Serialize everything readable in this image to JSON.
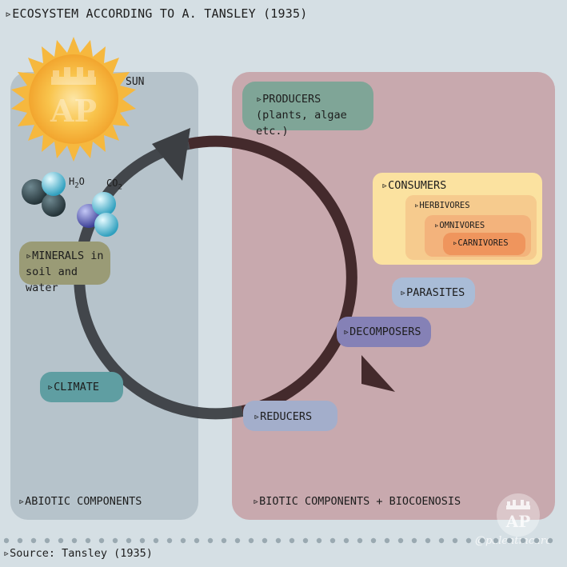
{
  "title": "▹ECOSYSTEM ACCORDING TO A. TANSLEY (1935)",
  "source": "▹Source: Tansley (1935)",
  "abiotic": {
    "label": "▹ABIOTIC COMPONENTS",
    "sun": "SUN",
    "h2o": {
      "base": "H",
      "sub": "2",
      "tail": "O"
    },
    "co2": {
      "base": "CO",
      "sub": "2"
    },
    "minerals": [
      "▹MINERALS in",
      "soil and water"
    ],
    "climate": "▹CLIMATE"
  },
  "biotic": {
    "label": "▹BIOTIC COMPONENTS + BIOCOENOSIS",
    "producers": [
      "▹PRODUCERS",
      "(plants, algae etc.)"
    ],
    "consumers": "▹CONSUMERS",
    "herbivores": "▹HERBIVORES",
    "omnivores": "▹OMNIVORES",
    "carnivores": "▹CARNIVORES",
    "parasites": "▹PARASITES",
    "decomposers": "▹DECOMPOSERS",
    "reducers": "▹REDUCERS"
  },
  "watermark": "@palentmcare",
  "logo_text": "AP",
  "colors": {
    "background": "#d5dfe4",
    "abiotic_panel": "#b6c3cb",
    "biotic_panel": "#c8a9ae",
    "cycle_arrow_dark": "#442a2c",
    "cycle_arrow_grey": "#3c3f43",
    "producers": "#7fa597",
    "consumers": "#fbe2a0",
    "herbivores": "#f6cb8e",
    "omnivores": "#f3b37c",
    "carnivores": "#ef955d",
    "parasites": "#a9bcd7",
    "decomposers": "#8581b6",
    "reducers": "#a3aecb",
    "minerals": "#9a9b76",
    "climate": "#5f9ea2",
    "sun": "#f6b83e"
  }
}
